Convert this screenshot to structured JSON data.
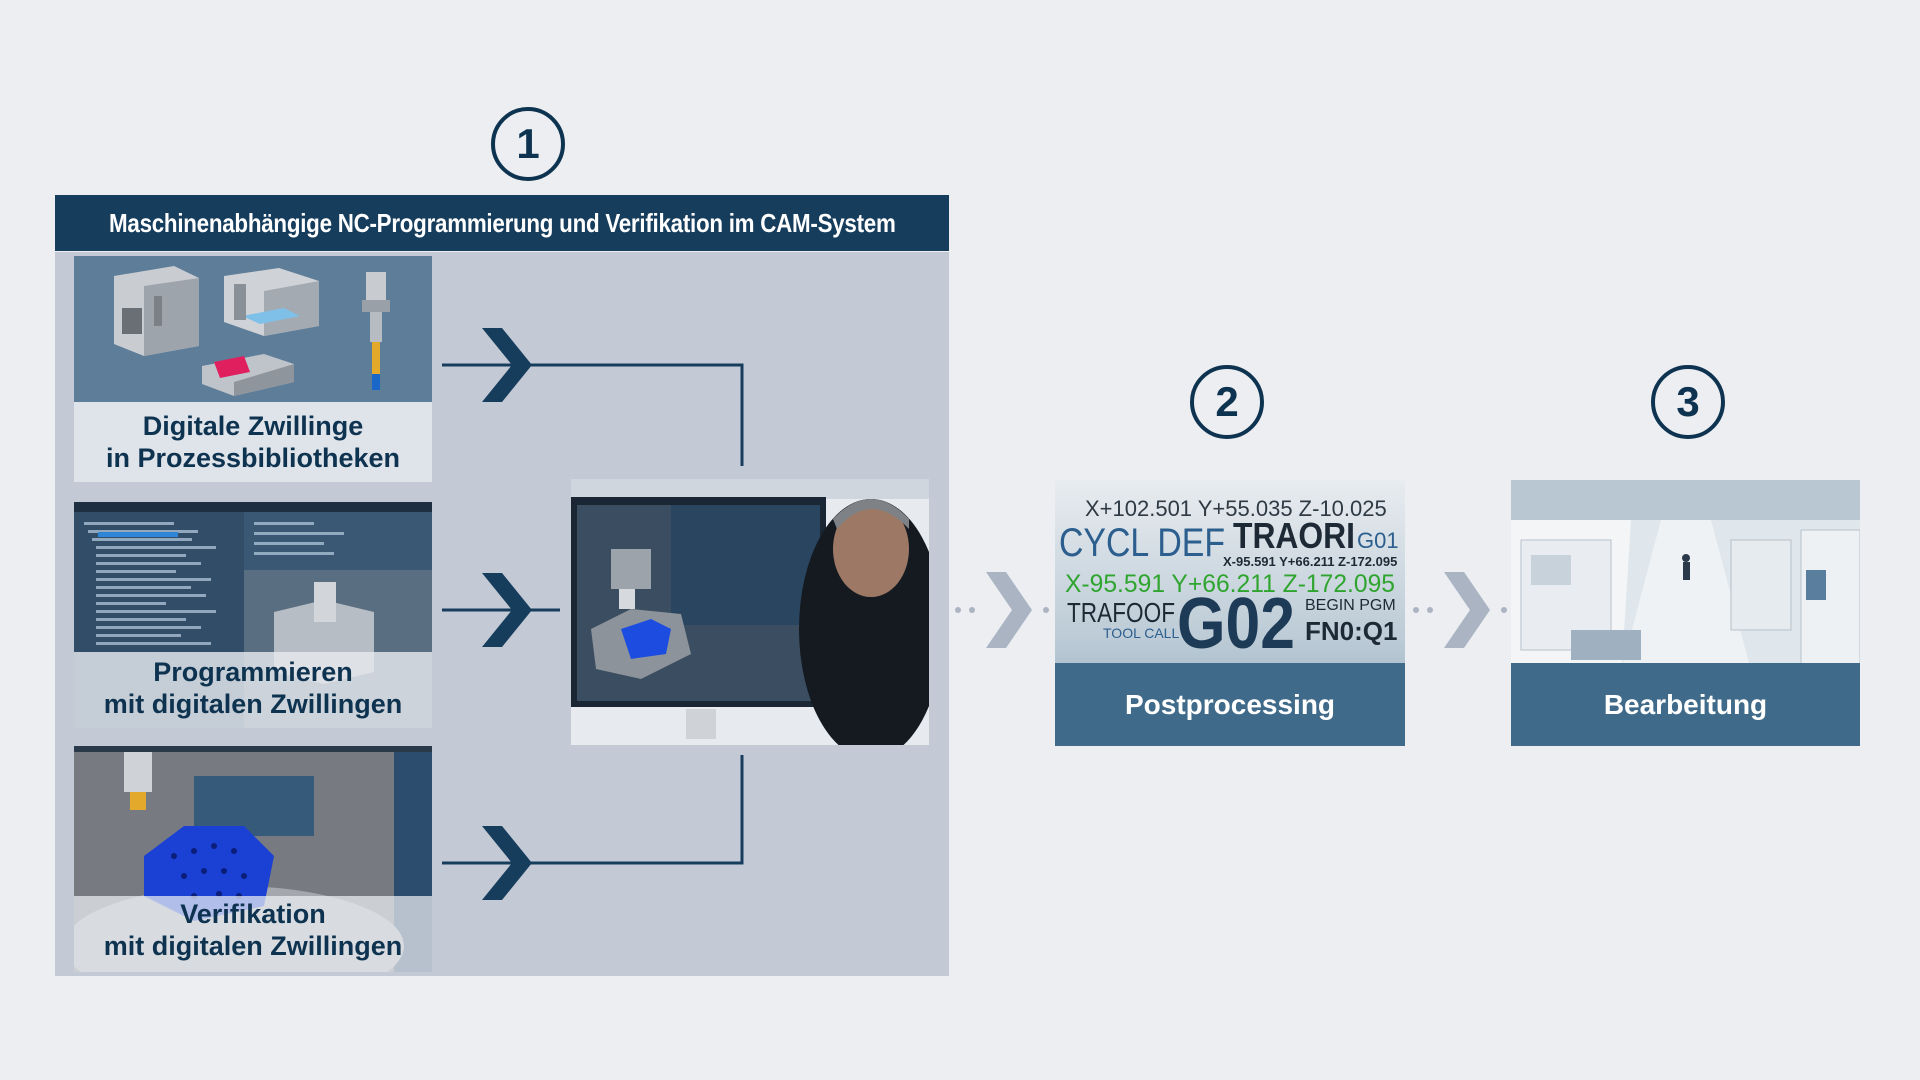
{
  "steps": {
    "one": "1",
    "two": "2",
    "three": "3"
  },
  "panel": {
    "header": "Maschinenabhängige NC-Programmierung und Verifikation im CAM-System"
  },
  "tiles": {
    "digital_twins": {
      "line1": "Digitale Zwillinge",
      "line2": "in Prozessbibliotheken"
    },
    "programming": {
      "line1": "Programmieren",
      "line2": "mit digitalen Zwillingen"
    },
    "verification": {
      "line1": "Verifikation",
      "line2": "mit digitalen Zwillingen"
    }
  },
  "postprocessing": {
    "label": "Postprocessing",
    "code": {
      "line1": "X+102.501 Y+55.035 Z-10.025",
      "cycl": "CYCL DEF",
      "traori": "TRAORI",
      "g01": "G01",
      "small_coords": "X-95.591 Y+66.211 Z-172.095",
      "green_coords": "X-95.591 Y+66.211 Z-172.095",
      "trafoof": "TRAFOOF",
      "g02": "G02",
      "begin_pgm": "BEGIN PGM",
      "tool_call": "TOOL CALL",
      "fn0": "FN0:Q1"
    }
  },
  "machining": {
    "label": "Bearbeitung"
  },
  "colors": {
    "background": "#eceef2",
    "panel": "#c3cad6",
    "header": "#173d5d",
    "navy": "#0e3350",
    "card_label": "#406a89",
    "chevron": "#aab4c2"
  }
}
